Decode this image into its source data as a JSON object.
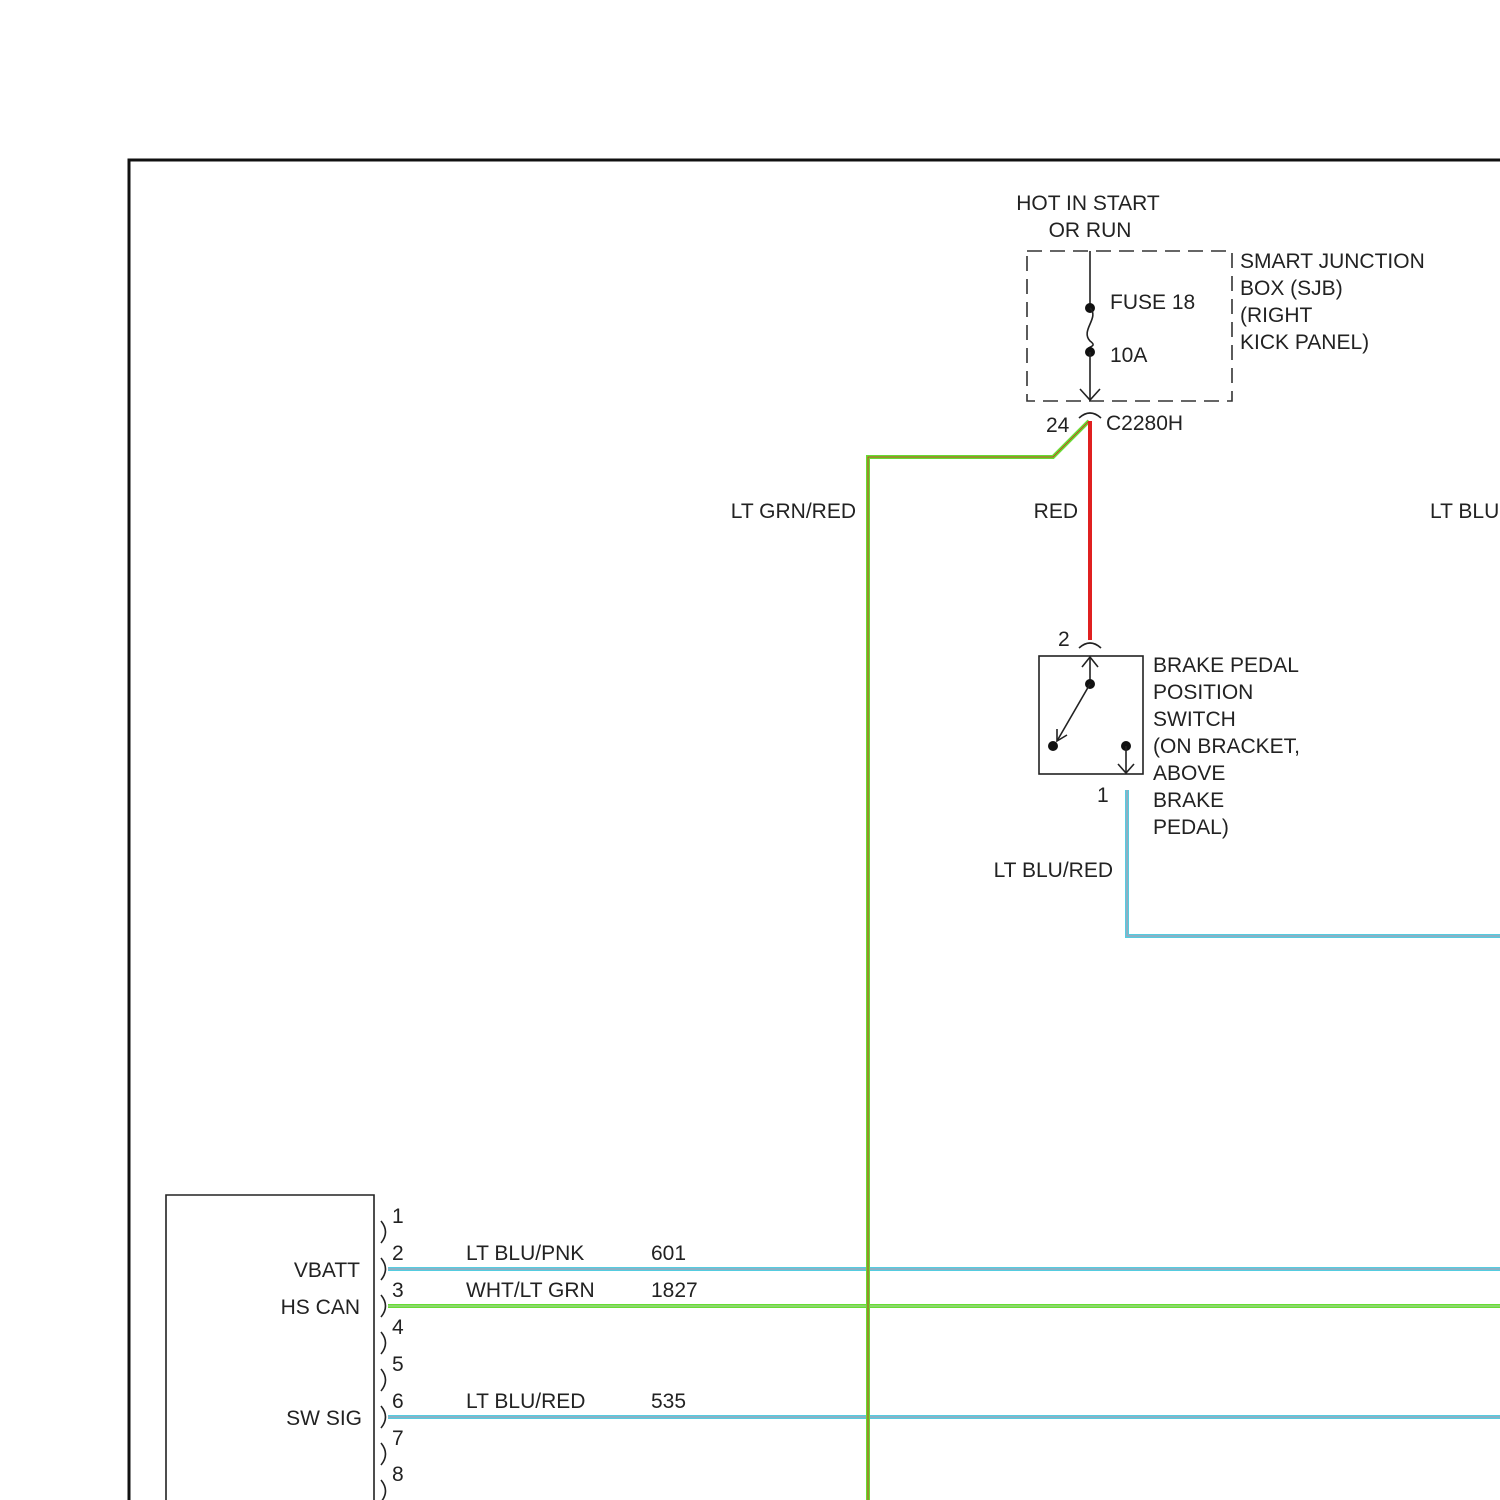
{
  "power": {
    "line1": "HOT IN START",
    "line2": "OR RUN"
  },
  "sjb": {
    "lines": [
      "SMART JUNCTION",
      "BOX (SJB)",
      "(RIGHT",
      "KICK PANEL)"
    ],
    "fuse_name": "FUSE 18",
    "fuse_rating": "10A",
    "connector": "C2280H",
    "pin": "24"
  },
  "wires": {
    "lt_grn_red": "LT GRN/RED",
    "red": "RED",
    "lt_blu_red": "LT BLU/RED",
    "lt_blu_partial": "LT BLU"
  },
  "switch": {
    "lines": [
      "BRAKE PEDAL",
      "POSITION",
      "SWITCH",
      "(ON BRACKET,",
      "ABOVE",
      "BRAKE",
      "PEDAL)"
    ],
    "pin_top": "2",
    "pin_bottom": "1"
  },
  "module": {
    "pins": [
      "1",
      "2",
      "3",
      "4",
      "5",
      "6",
      "7",
      "8"
    ],
    "signals": {
      "vbatt": "VBATT",
      "hs_can": "HS CAN",
      "sw_sig": "SW SIG"
    },
    "circuits": [
      {
        "pin": "2",
        "color": "LT BLU/PNK",
        "number": "601"
      },
      {
        "pin": "3",
        "color": "WHT/LT GRN",
        "number": "1827"
      },
      {
        "pin": "6",
        "color": "LT BLU/RED",
        "number": "535"
      }
    ]
  },
  "colors": {
    "frame": "#111111",
    "lt_green": "#66dd33",
    "red": "#e02020",
    "lt_blue": "#55cce0",
    "pink": "#e0889a"
  }
}
